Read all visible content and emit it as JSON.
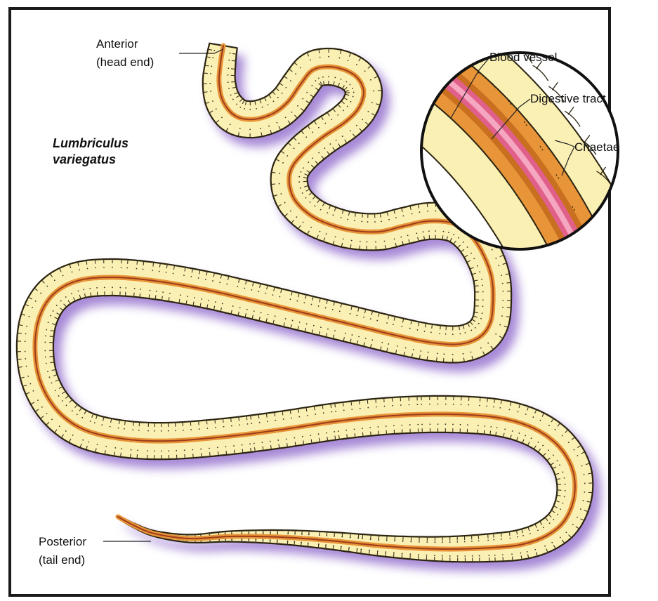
{
  "diagram": {
    "species_name": [
      "Lumbriculus",
      "variegatus"
    ],
    "labels": {
      "anterior": [
        "Anterior",
        "(head end)"
      ],
      "posterior": [
        "Posterior",
        "(tail end)"
      ],
      "blood_vessel": "Blood vessel",
      "digestive_tract": "Digestive tract",
      "chaetae": "Chaetae"
    },
    "colors": {
      "background": "#ffffff",
      "frame": "#1a1a1a",
      "worm_body": "#fbf0b4",
      "worm_outline": "#2a2410",
      "segment_lines": "#3a3320",
      "digestive_tract": "#e89438",
      "blood_vessel": "#9c3d1c",
      "blood_vessel_zoom": "#e0608a",
      "shadow": "#8a62c9"
    }
  }
}
